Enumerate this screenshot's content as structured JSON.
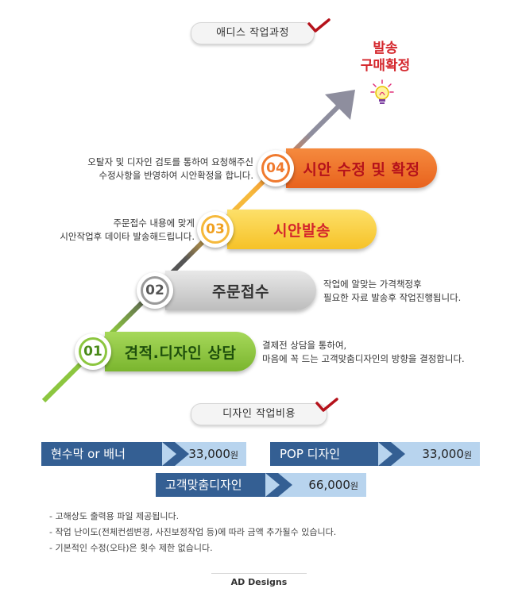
{
  "process": {
    "title": "애디스 작업과정",
    "goal_line1": "발송",
    "goal_line2": "구매확정",
    "steps": [
      {
        "number": "01",
        "label": "견적.디자인 상담",
        "desc": [
          "결제전 상담을 통하여,",
          "마음에 꼭 드는 고객맞춤디자인의 방향을 결정합니다."
        ]
      },
      {
        "number": "02",
        "label": "주문접수",
        "desc": [
          "작업에 알맞는 가격책정후",
          "필요한 자료 발송후 작업진행됩니다."
        ]
      },
      {
        "number": "03",
        "label": "시안발송",
        "desc": [
          "주문접수 내용에 맞게",
          "시안작업후 데이타 발송해드립니다."
        ]
      },
      {
        "number": "04",
        "label": "시안 수정 및 확정",
        "desc": [
          "오탈자 및 디자인 검토를 통하여 요청해주신",
          "수정사항을 반영하여 시안확정을 합니다."
        ]
      }
    ]
  },
  "cost": {
    "title": "디자인 작업비용",
    "items": [
      {
        "label": "현수막 or 배너",
        "price": "33,000",
        "unit": "원"
      },
      {
        "label": "POP  디자인",
        "price": "33,000",
        "unit": "원"
      },
      {
        "label": "고객맞춤디자인",
        "price": "66,000",
        "unit": "원"
      }
    ],
    "notes": [
      "- 고해상도 출력용 파일 제공됩니다.",
      "- 작업 난이도(전체컨셉변경, 사진보정작업 등)에 따라 금액 추가될수 있습니다.",
      "- 기본적인 수정(오타)은 횟수 제한 없습니다."
    ]
  },
  "footer": {
    "logo_text": "AD Designs"
  },
  "colors": {
    "green": "#8cc63f",
    "gray": "#c8c8c8",
    "yellow": "#fbd44a",
    "orange": "#f07a2e",
    "navy": "#345f93",
    "check_red": "#b5121b",
    "goal_red": "#d4262c"
  }
}
